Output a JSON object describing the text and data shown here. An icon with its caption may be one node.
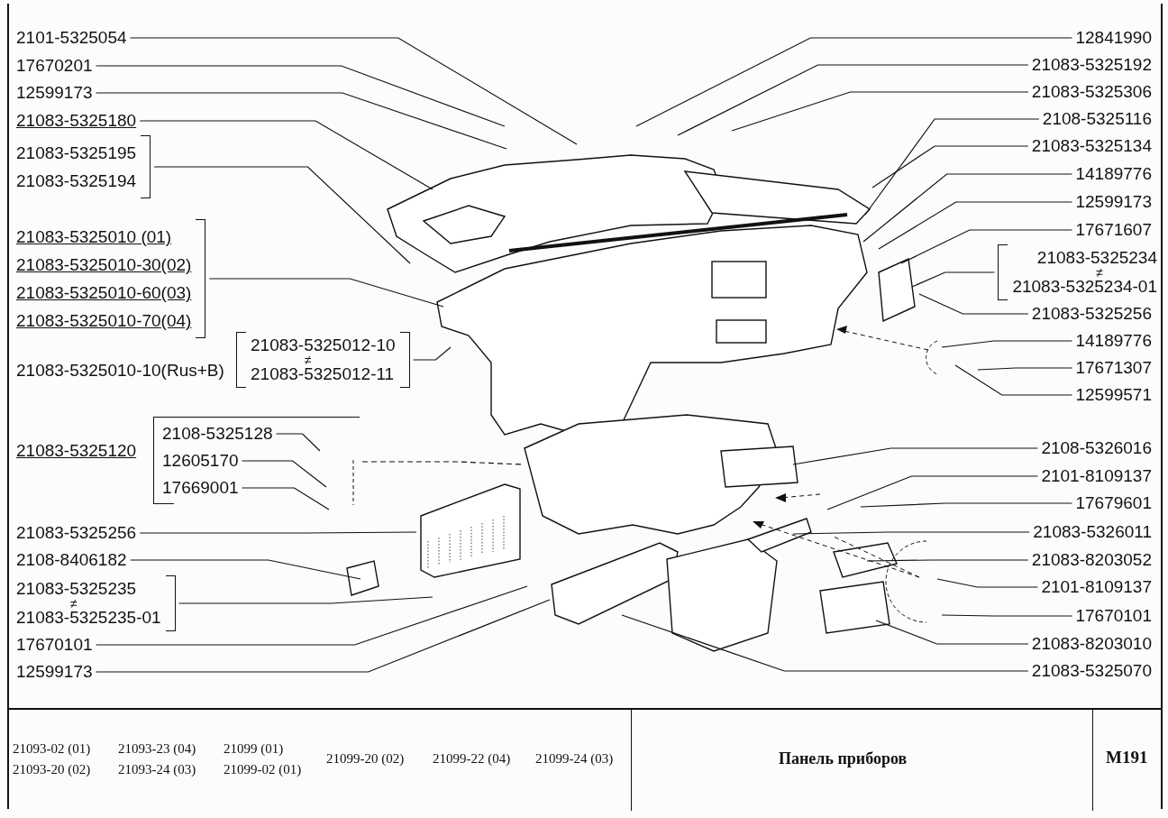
{
  "diagram": {
    "title": "Панель приборов",
    "nodes": [
      {
        "text": [
          "2101-5325054"
        ]
      },
      {
        "text": [
          "17670201"
        ]
      },
      {
        "text": [
          "12599173"
        ]
      },
      {
        "text": [
          "21083-5325180"
        ]
      },
      {
        "text": [
          "21083-5325195",
          "21083-5325194"
        ]
      },
      {
        "text": [
          "21083-5325010 (01)",
          "21083-5325010-30(02)",
          "21083-5325010-60(03)",
          "21083-5325010-70(04)"
        ]
      },
      {
        "text": [
          "21083-5325012-10",
          "≠",
          "21083-5325012-11"
        ]
      },
      {
        "text": [
          "21083-5325120"
        ]
      },
      {
        "text": [
          "2108-5325128"
        ],
        "in": 7
      },
      {
        "text": [
          "12605170"
        ],
        "in": 7
      },
      {
        "text": [
          "17669001"
        ],
        "in": 7
      },
      {
        "text": [
          "21083-5325256"
        ]
      },
      {
        "text": [
          "2108-8406182"
        ]
      },
      {
        "text": [
          "21083-5325235",
          "≠",
          "21083-5325235-01"
        ]
      },
      {
        "text": [
          "17670101"
        ]
      },
      {
        "text": [
          "12599173"
        ]
      },
      {
        "text": [
          "12841990"
        ]
      },
      {
        "text": [
          "21083-5325192"
        ]
      },
      {
        "text": [
          "21083-5325306"
        ]
      },
      {
        "text": [
          "2108-5325116"
        ]
      },
      {
        "text": [
          "21083-5325134"
        ]
      },
      {
        "text": [
          "14189776"
        ]
      },
      {
        "text": [
          "12599173"
        ]
      },
      {
        "text": [
          "17671607"
        ]
      },
      {
        "text": [
          "21083-5325234",
          "≠",
          "21083-5325234-01"
        ]
      },
      {
        "text": [
          "21083-5325256"
        ]
      },
      {
        "text": [
          "14189776"
        ]
      },
      {
        "text": [
          "17671307"
        ]
      },
      {
        "text": [
          "12599571"
        ]
      },
      {
        "text": [
          "2108-5326016"
        ]
      },
      {
        "text": [
          "2101-8109137"
        ]
      },
      {
        "text": [
          "17679601"
        ]
      },
      {
        "text": [
          "21083-5326011"
        ]
      },
      {
        "text": [
          "21083-8203052"
        ]
      },
      {
        "text": [
          "2101-8109137"
        ]
      },
      {
        "text": [
          "17670101"
        ]
      },
      {
        "text": [
          "21083-8203010"
        ]
      },
      {
        "text": [
          "21083-5325070"
        ]
      }
    ],
    "edges": [
      {
        "from": 0,
        "to": null,
        "arrow": "none"
      },
      {
        "from": 1,
        "to": null,
        "arrow": "none"
      },
      {
        "from": 2,
        "to": null,
        "arrow": "none"
      },
      {
        "from": 3,
        "to": null,
        "arrow": "none"
      },
      {
        "from": 4,
        "to": null,
        "arrow": "none"
      },
      {
        "from": 5,
        "to": null,
        "arrow": "none"
      },
      {
        "from": 6,
        "to": null,
        "arrow": "none"
      },
      {
        "from": 7,
        "to": null,
        "arrow": "none",
        "style": "dashed"
      },
      {
        "from": 8,
        "to": null,
        "arrow": "none"
      },
      {
        "from": 9,
        "to": null,
        "arrow": "none"
      },
      {
        "from": 10,
        "to": null,
        "arrow": "none"
      },
      {
        "from": 11,
        "to": null,
        "arrow": "none"
      },
      {
        "from": 12,
        "to": null,
        "arrow": "none"
      },
      {
        "from": 13,
        "to": null,
        "arrow": "none"
      },
      {
        "from": 14,
        "to": null,
        "arrow": "none"
      },
      {
        "from": 15,
        "to": null,
        "arrow": "none"
      },
      {
        "from": 16,
        "to": null,
        "arrow": "none"
      },
      {
        "from": 17,
        "to": null,
        "arrow": "none"
      },
      {
        "from": 18,
        "to": null,
        "arrow": "none"
      },
      {
        "from": 19,
        "to": null,
        "arrow": "none"
      },
      {
        "from": 20,
        "to": null,
        "arrow": "none"
      },
      {
        "from": 21,
        "to": null,
        "arrow": "none"
      },
      {
        "from": 22,
        "to": null,
        "arrow": "none"
      },
      {
        "from": 23,
        "to": null,
        "arrow": "none"
      },
      {
        "from": 24,
        "to": null,
        "arrow": "none"
      },
      {
        "from": 25,
        "to": null,
        "arrow": "none"
      },
      {
        "from": 26,
        "to": null,
        "arrow": "none"
      },
      {
        "from": 27,
        "to": null,
        "arrow": "none"
      },
      {
        "from": 28,
        "to": null,
        "arrow": "none"
      },
      {
        "from": 29,
        "to": null,
        "arrow": "none"
      },
      {
        "from": 30,
        "to": null,
        "arrow": "none"
      },
      {
        "from": 31,
        "to": null,
        "arrow": "none"
      },
      {
        "from": 32,
        "to": null,
        "arrow": "none"
      },
      {
        "from": 33,
        "to": null,
        "arrow": "none"
      },
      {
        "from": 34,
        "to": null,
        "arrow": "none"
      },
      {
        "from": 35,
        "to": null,
        "arrow": "none"
      },
      {
        "from": 36,
        "to": null,
        "arrow": "none"
      },
      {
        "from": 37,
        "to": null,
        "arrow": "none"
      }
    ],
    "labels": [
      "21083-5325010-10(Rus+B)",
      "21093-02 (01)",
      "21093-20 (02)",
      "21093-23 (04)",
      "21093-24 (03)",
      "21099 (01)",
      "21099-02 (01)",
      "21099-20 (02)",
      "21099-22 (04)",
      "21099-24 (03)",
      "M191"
    ]
  }
}
